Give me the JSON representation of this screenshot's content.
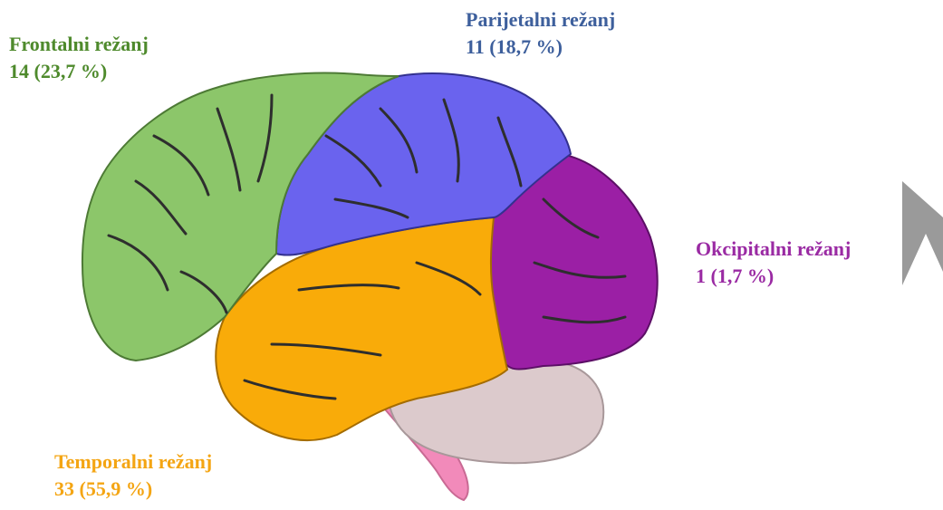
{
  "colors": {
    "frontal": "#8cc66a",
    "parietal": "#6a63ee",
    "temporal": "#f9ab09",
    "occipital": "#9b1fa5",
    "cerebellum": "#dccacc",
    "brainstem": "#f28aba",
    "sulcus": "#2e2e2e",
    "arrow": "#9a9a9a"
  },
  "label_colors": {
    "frontal": "#4e8a2c",
    "parietal": "#3d5f9c",
    "temporal": "#f4a513",
    "occipital": "#9a2aa3"
  },
  "lobes": {
    "frontal": {
      "name": "Frontalni režanj",
      "value": "14 (23,7 %)"
    },
    "parietal": {
      "name": "Parijetalni režanj",
      "value": "11 (18,7 %)"
    },
    "occipital": {
      "name": "Okcipitalni režanj",
      "value": "1 (1,7 %)"
    },
    "temporal": {
      "name": "Temporalni režanj",
      "value": "33 (55,9 %)"
    }
  },
  "decor": {
    "right_arrow_icon": "chevron-arrow-icon"
  }
}
